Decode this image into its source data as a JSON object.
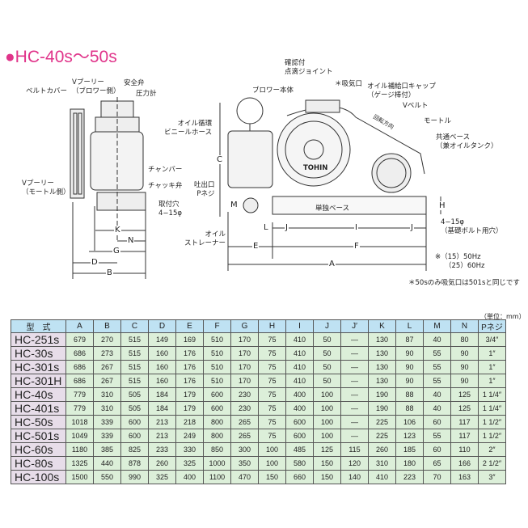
{
  "title": "●HC-40s〜50s",
  "diagram": {
    "left_view": {
      "belt_cover": "ベルトカバー",
      "v_pulley_blower": [
        "Vプーリー",
        "（ブロワー側）"
      ],
      "safety_valve": "安全弁",
      "pressure_gauge": "圧力計",
      "oil_hose": [
        "オイル循環",
        "ビニールホース"
      ],
      "chamber": "チャンバー",
      "check_valve": "チャッキ弁",
      "mount_hole": [
        "取付穴",
        "4−15φ"
      ],
      "v_pulley_motor": [
        "Vプーリー",
        "（モートル側）"
      ],
      "discharge": [
        "吐出口",
        "Pネジ"
      ],
      "oil_strainer": [
        "オイル",
        "ストレーナー"
      ],
      "dims": {
        "K": "K",
        "N": "N",
        "G": "G",
        "D": "D",
        "B": "B"
      }
    },
    "right_view": {
      "drip_joint": [
        "確認付",
        "点滴ジョイント"
      ],
      "blower_body": "ブロワー本体",
      "intake": "＊吸気口",
      "oil_cap": [
        "オイル補給口キャップ",
        "（ゲージ棒付）"
      ],
      "v_belt": "Vベルト",
      "rotation": "回転方向",
      "motor": "モートル",
      "common_base": [
        "共通ベース",
        "（兼オイルタンク）"
      ],
      "brand": "TOHIN",
      "single_base": "単独ベース",
      "foundation_holes": [
        "4−15φ",
        "（基礎ボルト用穴）"
      ],
      "freq_note": [
        "※（15）50Hz",
        "（25）60Hz"
      ],
      "dims": {
        "C": "C",
        "M": "M",
        "H": "H",
        "L": "L",
        "J": "J",
        "I": "I",
        "E": "E",
        "F": "F",
        "A": "A"
      }
    },
    "footnote": "＊50sのみ吸気口は501sと同じです"
  },
  "table": {
    "unit": "（単位：mm）",
    "headers": [
      "型　式",
      "A",
      "B",
      "C",
      "D",
      "E",
      "F",
      "G",
      "H",
      "I",
      "J",
      "J′",
      "K",
      "L",
      "M",
      "N",
      "Pネジ"
    ],
    "rows": [
      [
        "HC-251s",
        "679",
        "270",
        "515",
        "149",
        "169",
        "510",
        "170",
        "75",
        "410",
        "50",
        "—",
        "130",
        "87",
        "40",
        "80",
        "3/4″"
      ],
      [
        "HC-30s",
        "686",
        "273",
        "515",
        "160",
        "176",
        "510",
        "170",
        "75",
        "410",
        "50",
        "—",
        "130",
        "90",
        "55",
        "90",
        "1″"
      ],
      [
        "HC-301s",
        "686",
        "267",
        "515",
        "160",
        "176",
        "510",
        "170",
        "75",
        "410",
        "50",
        "—",
        "130",
        "90",
        "55",
        "90",
        "1″"
      ],
      [
        "HC-301H",
        "686",
        "267",
        "515",
        "160",
        "176",
        "510",
        "170",
        "75",
        "410",
        "50",
        "—",
        "130",
        "90",
        "55",
        "90",
        "1″"
      ],
      [
        "HC-40s",
        "779",
        "310",
        "505",
        "184",
        "179",
        "600",
        "230",
        "75",
        "400",
        "100",
        "—",
        "190",
        "88",
        "40",
        "125",
        "1 1/4″"
      ],
      [
        "HC-401s",
        "779",
        "310",
        "505",
        "184",
        "179",
        "600",
        "230",
        "75",
        "400",
        "100",
        "—",
        "190",
        "88",
        "40",
        "125",
        "1 1/4″"
      ],
      [
        "HC-50s",
        "1018",
        "339",
        "600",
        "213",
        "218",
        "800",
        "265",
        "75",
        "600",
        "100",
        "—",
        "225",
        "106",
        "60",
        "117",
        "1 1/2″"
      ],
      [
        "HC-501s",
        "1049",
        "339",
        "600",
        "213",
        "249",
        "800",
        "265",
        "75",
        "600",
        "100",
        "—",
        "225",
        "123",
        "55",
        "117",
        "1 1/2″"
      ],
      [
        "HC-60s",
        "1180",
        "385",
        "825",
        "233",
        "330",
        "850",
        "300",
        "100",
        "485",
        "125",
        "115",
        "260",
        "185",
        "60",
        "110",
        "2″"
      ],
      [
        "HC-80s",
        "1325",
        "440",
        "878",
        "260",
        "325",
        "1000",
        "350",
        "100",
        "580",
        "150",
        "120",
        "310",
        "180",
        "65",
        "166",
        "2 1/2″"
      ],
      [
        "HC-100s",
        "1500",
        "550",
        "990",
        "325",
        "400",
        "1100",
        "470",
        "150",
        "660",
        "150",
        "140",
        "410",
        "223",
        "70",
        "163",
        "3″"
      ]
    ]
  }
}
